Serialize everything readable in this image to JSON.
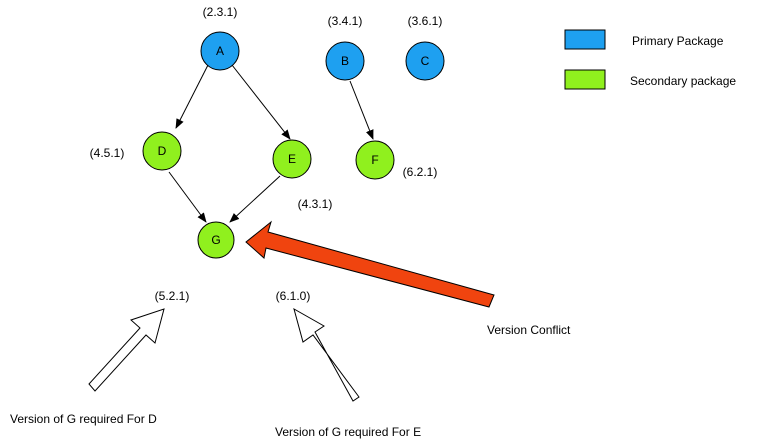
{
  "colors": {
    "primary": "#1ea0f0",
    "secondary": "#90f01e",
    "conflict": "#f0440f",
    "edge": "#000000"
  },
  "nodes": {
    "A": {
      "label": "A",
      "version": "(2.3.1)",
      "kind": "primary"
    },
    "B": {
      "label": "B",
      "version": "(3.4.1)",
      "kind": "primary"
    },
    "C": {
      "label": "C",
      "version": "(3.6.1)",
      "kind": "primary"
    },
    "D": {
      "label": "D",
      "version": "(4.5.1)",
      "kind": "secondary"
    },
    "E": {
      "label": "E",
      "version": "(4.3.1)",
      "kind": "secondary"
    },
    "F": {
      "label": "F",
      "version": "(6.2.1)",
      "kind": "secondary"
    },
    "G": {
      "label": "G",
      "kind": "secondary"
    }
  },
  "edges": [
    {
      "from": "A",
      "to": "D"
    },
    {
      "from": "A",
      "to": "E"
    },
    {
      "from": "B",
      "to": "F"
    },
    {
      "from": "D",
      "to": "G"
    },
    {
      "from": "E",
      "to": "G"
    }
  ],
  "legend": {
    "primary_label": "Primary  Package",
    "secondary_label": "Secondary package"
  },
  "annotations": {
    "g_version_for_d": "(5.2.1)",
    "g_version_for_e": "(6.1.0)",
    "caption_d": "Version of G required For D",
    "caption_e": "Version of G required For E",
    "conflict_label": "Version Conflict"
  }
}
